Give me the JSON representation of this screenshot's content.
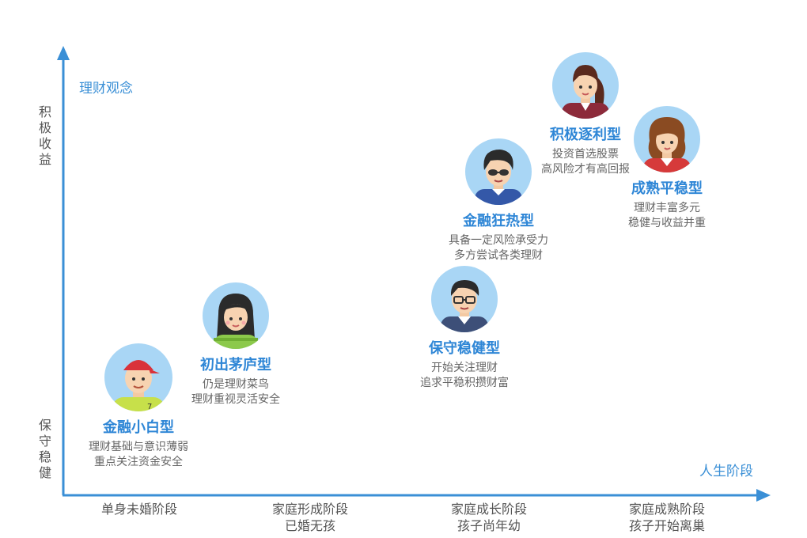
{
  "y_axis": {
    "title": "理财观念",
    "top_label": "积极收益",
    "bottom_label": "保守稳健"
  },
  "x_axis": {
    "title": "人生阶段",
    "stages": [
      {
        "line1": "单身未婚阶段",
        "line2": ""
      },
      {
        "line1": "家庭形成阶段",
        "line2": "已婚无孩"
      },
      {
        "line1": "家庭成长阶段",
        "line2": "孩子尚年幼"
      },
      {
        "line1": "家庭成熟阶段",
        "line2": "孩子开始离巢"
      }
    ]
  },
  "personas": [
    {
      "name": "金融小白型",
      "desc": [
        "理财基础与意识薄弱",
        "重点关注资金安全"
      ],
      "avatar": "boy-red-cap-icon"
    },
    {
      "name": "初出茅庐型",
      "desc": [
        "仍是理财菜鸟",
        "理财重视灵活安全"
      ],
      "avatar": "girl-long-hair-icon"
    },
    {
      "name": "保守稳健型",
      "desc": [
        "开始关注理财",
        "追求平稳积攒财富"
      ],
      "avatar": "man-glasses-icon"
    },
    {
      "name": "金融狂热型",
      "desc": [
        "具备一定风险承受力",
        "多方尝试各类理财"
      ],
      "avatar": "man-sunglasses-icon"
    },
    {
      "name": "积极逐利型",
      "desc": [
        "投资首选股票",
        "高风险才有高回报"
      ],
      "avatar": "woman-ponytail-icon"
    },
    {
      "name": "成熟平稳型",
      "desc": [
        "理财丰富多元",
        "稳健与收益并重"
      ],
      "avatar": "woman-curly-hair-icon"
    }
  ],
  "colors": {
    "accent": "#3a8fd6",
    "avatar_bg": "#a9d6f5",
    "text": "#555555"
  }
}
